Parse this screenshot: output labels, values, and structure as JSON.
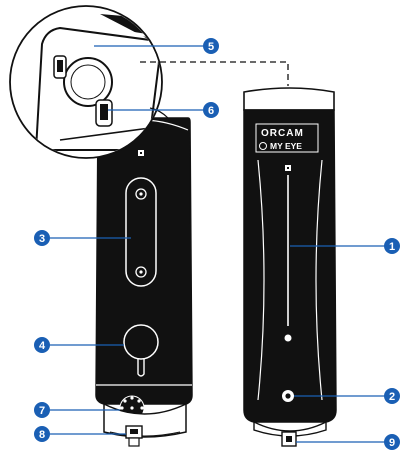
{
  "colors": {
    "accent": "#1a5fb4",
    "device_body": "#111111",
    "device_outline": "#111111",
    "background": "#ffffff"
  },
  "logo": {
    "line1": "ORCAM",
    "line2": "MY EYE"
  },
  "callouts": [
    {
      "id": "1",
      "label": "1"
    },
    {
      "id": "2",
      "label": "2"
    },
    {
      "id": "3",
      "label": "3"
    },
    {
      "id": "4",
      "label": "4"
    },
    {
      "id": "5",
      "label": "5"
    },
    {
      "id": "6",
      "label": "6"
    },
    {
      "id": "7",
      "label": "7"
    },
    {
      "id": "8",
      "label": "8"
    },
    {
      "id": "9",
      "label": "9"
    }
  ]
}
